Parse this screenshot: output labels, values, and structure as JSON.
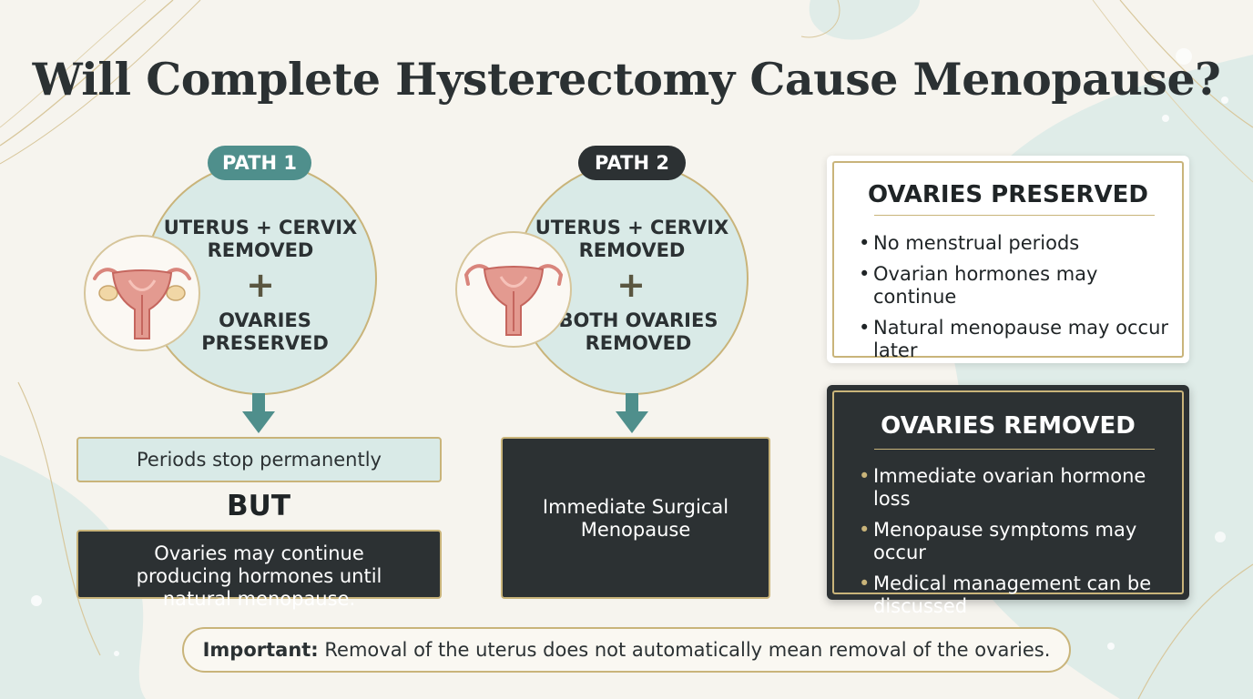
{
  "title": "Will Complete Hysterectomy Cause Menopause?",
  "paths": [
    {
      "badge": "PATH 1",
      "top_text": "UTERUS + CERVIX REMOVED",
      "plus": "+",
      "bottom_text": "OVARIES PRESERVED",
      "outcome": "Periods stop permanently",
      "connector": "BUT",
      "note": "Ovaries may continue producing hormones until natural menopause."
    },
    {
      "badge": "PATH 2",
      "top_text": "UTERUS + CERVIX REMOVED",
      "plus": "+",
      "bottom_text": "BOTH OVARIES REMOVED",
      "outcome": "Immediate Surgical Menopause"
    }
  ],
  "panels": {
    "preserved": {
      "heading": "OVARIES PRESERVED",
      "items": [
        "No menstrual periods",
        "Ovarian hormones may continue",
        "Natural menopause may occur later"
      ]
    },
    "removed": {
      "heading": "OVARIES REMOVED",
      "items": [
        "Immediate ovarian hormone loss",
        "Menopause symptoms may occur",
        "Medical management can be discussed"
      ]
    }
  },
  "footer": {
    "label": "Important:",
    "text": "Removal of the uterus does not automatically mean removal of the ovaries."
  },
  "colors": {
    "teal": "#4f8f8c",
    "mint": "#d9eae7",
    "dark": "#2c3133",
    "gold": "#c9b47a",
    "uterus": "#e39a90"
  },
  "icons": [
    "uterus-with-ovaries-icon",
    "uterus-without-ovaries-icon",
    "down-arrow-icon",
    "bullet-dot-icon"
  ]
}
